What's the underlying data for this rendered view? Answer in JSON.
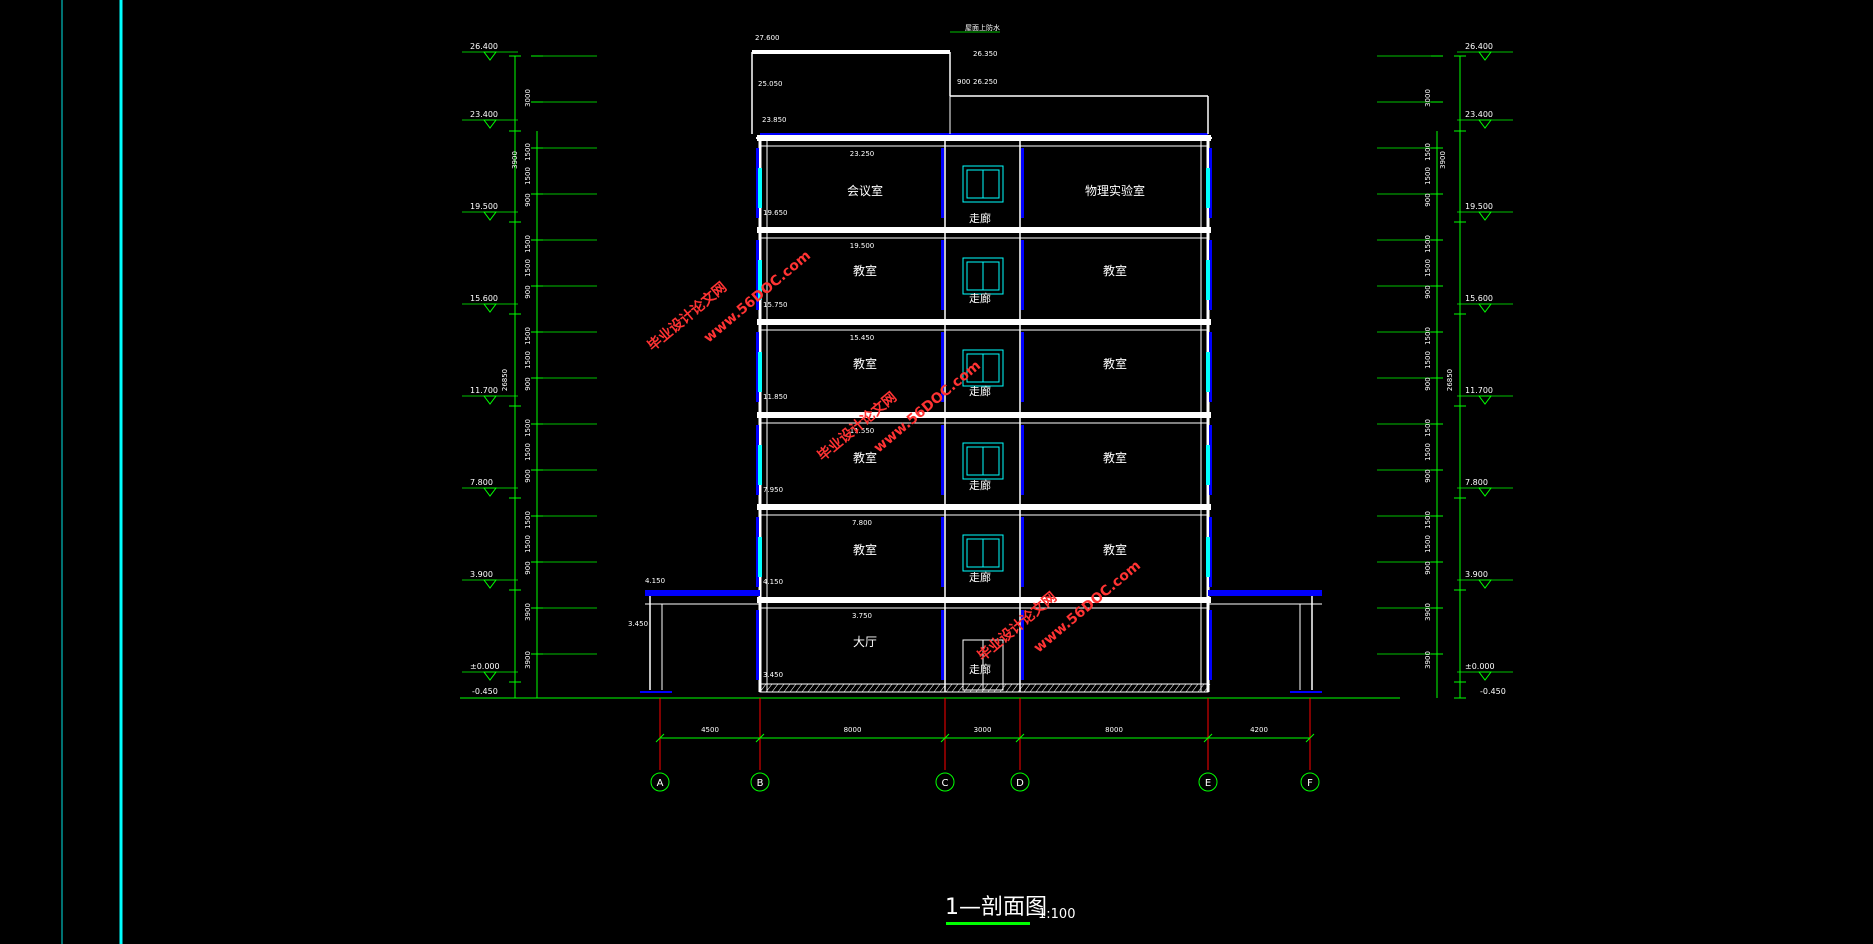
{
  "drawing": {
    "title": "1—剖面图",
    "scale": "1:100",
    "colors": {
      "background": "#000000",
      "wall": "#ffffff",
      "dimension": "#00ff00",
      "axis": "#ff0000",
      "window": "#00ffff",
      "column": "#0000ff",
      "guide": "#00ffff"
    },
    "top_labels": {
      "roof_note": "屋面上防水",
      "p27600": "27.600",
      "p26350": "26.350",
      "p26250": "26.250",
      "p25050": "25.050",
      "p23850": "23.850",
      "d900": "900"
    },
    "levels": [
      {
        "value": "23.400",
        "label": ""
      },
      {
        "value": "19.500",
        "label": ""
      },
      {
        "value": "15.600",
        "label": ""
      },
      {
        "value": "11.700",
        "label": ""
      },
      {
        "value": "7.800",
        "label": ""
      },
      {
        "value": "3.900",
        "label": ""
      },
      {
        "value": "±0.000",
        "label": ""
      }
    ],
    "top_level": "26.400",
    "base_level": "-0.450",
    "side_dims": [
      "3000",
      "1500",
      "1500",
      "900",
      "3900",
      "26850"
    ],
    "rooms": [
      {
        "left": "会议室",
        "corridor": "走廊",
        "right": "物理实验室",
        "level": "23.250",
        "under": "19.650"
      },
      {
        "left": "教室",
        "corridor": "走廊",
        "right": "教室",
        "level": "19.500",
        "under": "15.750"
      },
      {
        "left": "教室",
        "corridor": "走廊",
        "right": "教室",
        "level": "15.450",
        "under": "11.850"
      },
      {
        "left": "教室",
        "corridor": "走廊",
        "right": "教室",
        "level": "11.550",
        "under": "7.950"
      },
      {
        "left": "教室",
        "corridor": "走廊",
        "right": "教室",
        "level": "7.800",
        "under": "4.150"
      },
      {
        "left": "大厅",
        "corridor": "走廊",
        "right": "",
        "level": "3.750",
        "under": "3.450"
      }
    ],
    "canopy_levels": [
      "4.150",
      "3.450"
    ],
    "bay_dims": [
      "4500",
      "8000",
      "3000",
      "8000",
      "4200"
    ],
    "axes": [
      "A",
      "B",
      "C",
      "D",
      "E",
      "F"
    ],
    "watermarks": [
      {
        "cn": "毕业设计论文网",
        "url": "www.56DOC.com"
      },
      {
        "cn": "毕业设计论文网",
        "url": "www.56DOC.com"
      },
      {
        "cn": "毕业设计论文网",
        "url": "www.56DOC.com"
      }
    ]
  }
}
